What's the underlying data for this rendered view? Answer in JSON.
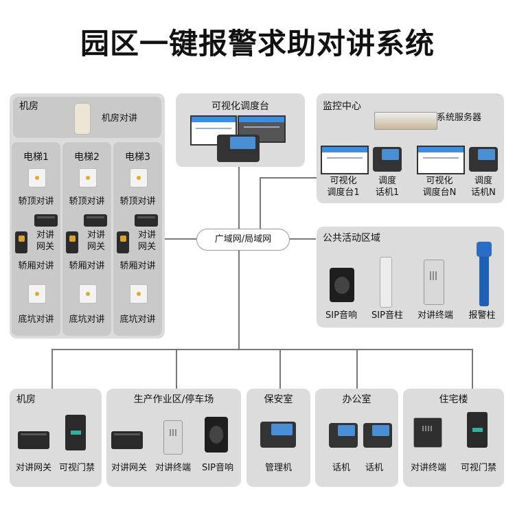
{
  "title": "园区一键报警求助对讲系统",
  "network": "广域网/局域网",
  "machine_room_top": {
    "title": "机房",
    "device_label": "机房对讲"
  },
  "elevators": [
    {
      "title": "电梯1",
      "car_top": "轿顶对讲",
      "gateway": "对讲\n网关",
      "car": "轿厢对讲",
      "pit": "底坑对讲"
    },
    {
      "title": "电梯2",
      "car_top": "轿顶对讲",
      "gateway": "对讲\n网关",
      "car": "轿厢对讲",
      "pit": "底坑对讲"
    },
    {
      "title": "电梯3",
      "car_top": "轿顶对讲",
      "gateway": "对讲\n网关",
      "car": "轿厢对讲",
      "pit": "底坑对讲"
    }
  ],
  "dispatch": {
    "title": "可视化调度台"
  },
  "monitor_center": {
    "title": "监控中心",
    "server": "系统服务器",
    "devices": [
      "可视化\n调度台1",
      "调度\n话机1",
      "可视化\n调度台N",
      "调度\n话机N"
    ]
  },
  "public_area": {
    "title": "公共活动区域",
    "devices": [
      "SIP音响",
      "SIP音柱",
      "对讲终端",
      "报警柱"
    ]
  },
  "bottom": [
    {
      "title": "机房",
      "devices": [
        "对讲网关",
        "可视门禁"
      ]
    },
    {
      "title": "生产作业区/停车场",
      "devices": [
        "对讲网关",
        "对讲终端",
        "SIP音响"
      ]
    },
    {
      "title": "保安室",
      "devices": [
        "管理机"
      ]
    },
    {
      "title": "办公室",
      "devices": [
        "话机",
        "话机"
      ]
    },
    {
      "title": "住宅楼",
      "devices": [
        "对讲终端",
        "可视门禁"
      ]
    }
  ]
}
